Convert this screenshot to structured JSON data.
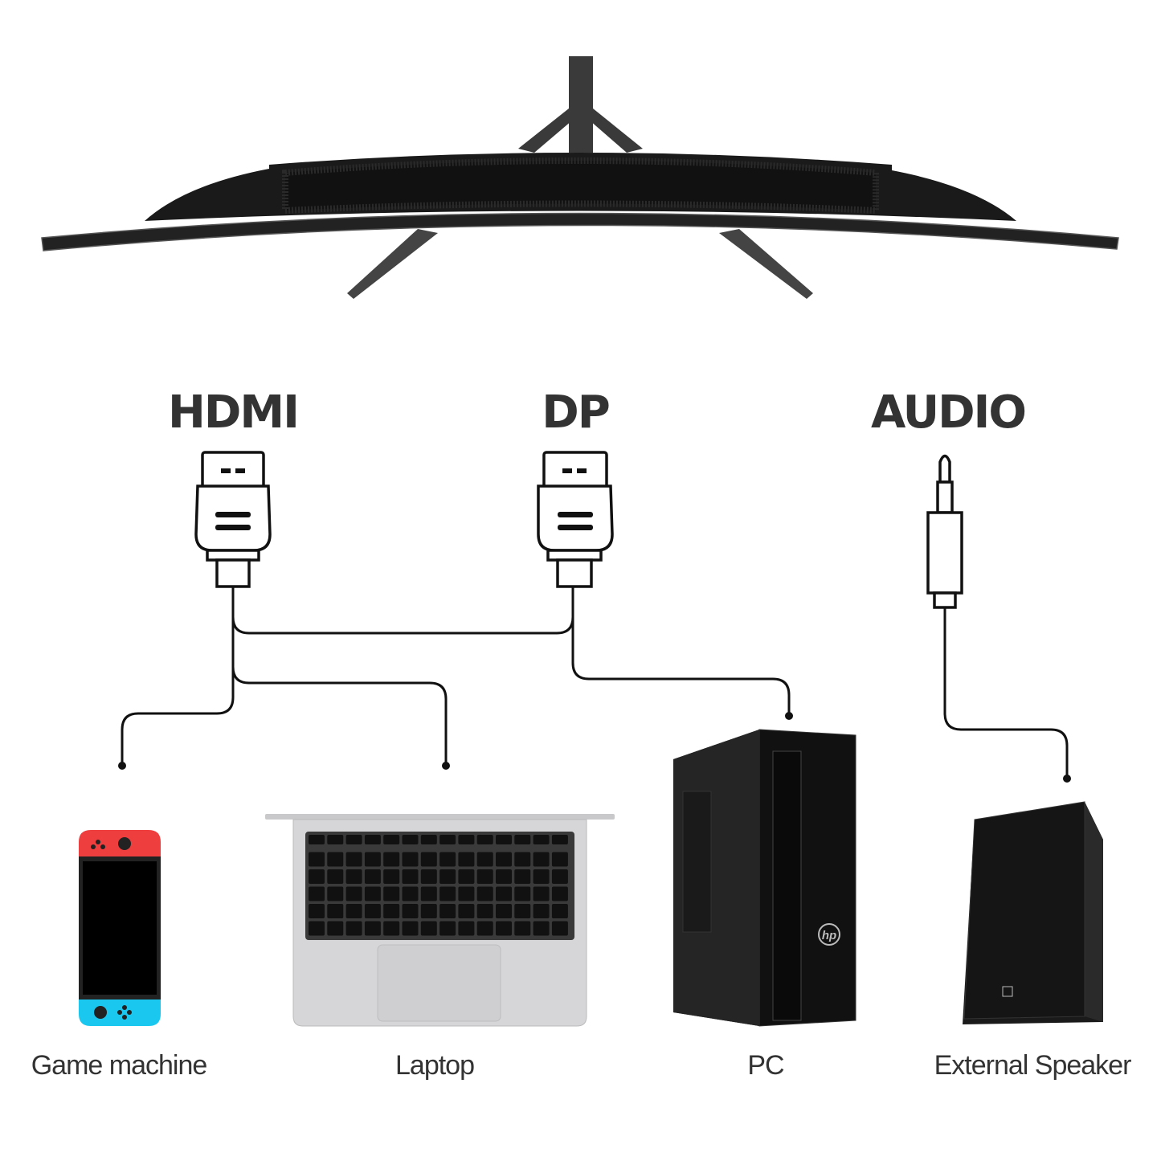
{
  "ports": {
    "hdmi": "HDMI",
    "dp": "DP",
    "audio": "AUDIO"
  },
  "devices": {
    "game_machine": "Game machine",
    "laptop": "Laptop",
    "pc": "PC",
    "speaker": "External Speaker"
  },
  "colors": {
    "joycon_left": "#ee3e3e",
    "joycon_right": "#1ac8ef",
    "text": "#333333"
  }
}
